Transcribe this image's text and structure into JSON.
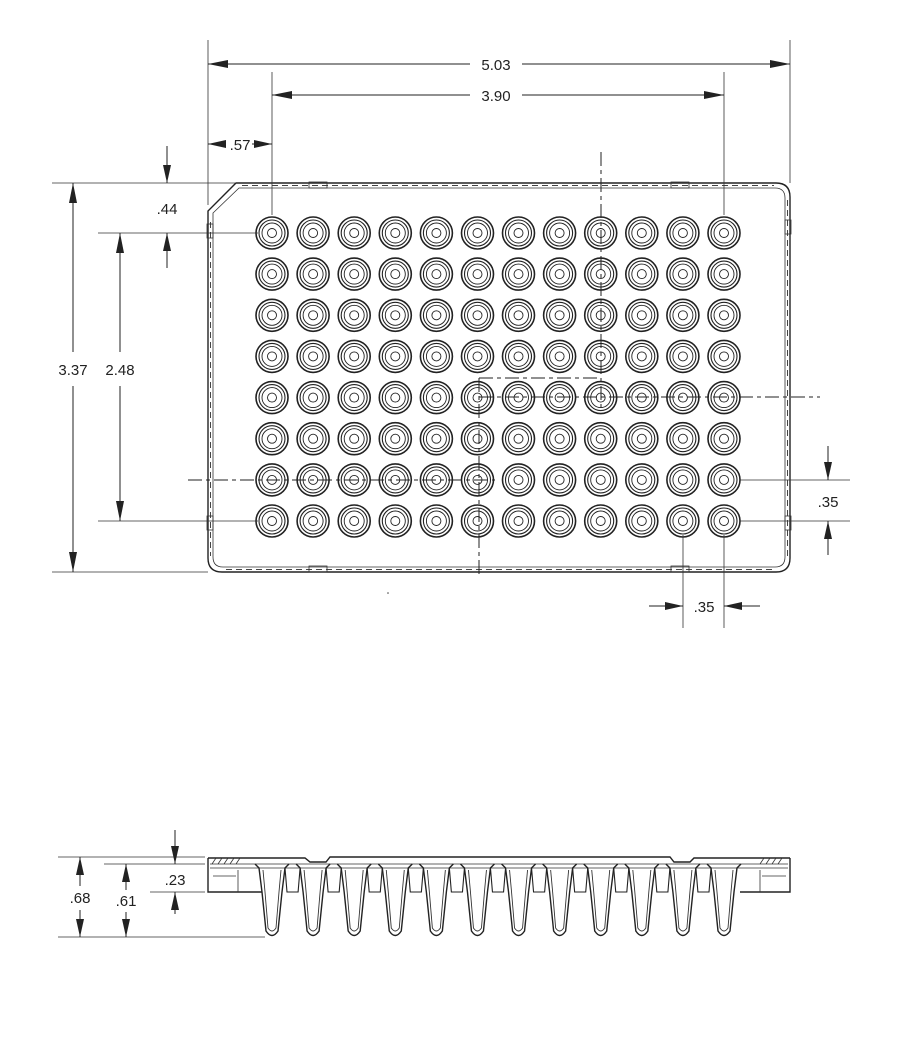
{
  "plate": {
    "rows": 8,
    "cols": 12
  },
  "dimensions": {
    "overall_width": "5.03",
    "well_span_x": "3.90",
    "edge_to_first_col": ".57",
    "edge_to_first_row": ".44",
    "overall_height": "3.37",
    "well_span_y": "2.48",
    "row_pitch": ".35",
    "col_pitch": ".35"
  },
  "side_view": {
    "wells": 12,
    "overall_height": ".68",
    "well_depth": ".61",
    "skirt_height": ".23"
  }
}
